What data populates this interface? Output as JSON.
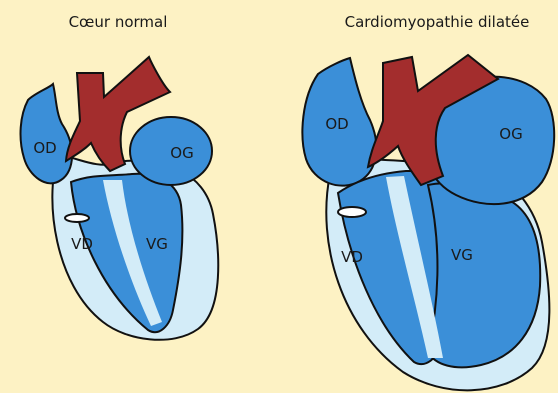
{
  "panels": [
    {
      "title": "Cœur normal",
      "labels": {
        "od": "OD",
        "og": "OG",
        "vd": "VD",
        "vg": "VG"
      }
    },
    {
      "title": "Cardiomyopathie dilatée",
      "labels": {
        "od": "OD",
        "og": "OG",
        "vd": "VD",
        "vg": "VG"
      }
    }
  ],
  "colors": {
    "background": "#fdf2c4",
    "chamber_blue": "#3b8fd8",
    "wall_light_blue": "#d3ecf8",
    "vessel_red": "#a32d2d",
    "outline": "#111111",
    "text": "#1a1a1a"
  }
}
